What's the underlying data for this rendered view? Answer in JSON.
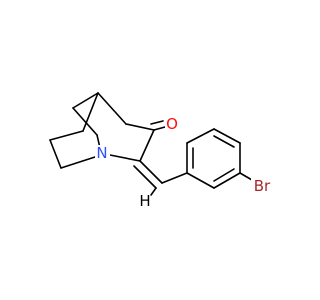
{
  "molecule": {
    "atoms": {
      "oxygen": "O",
      "nitrogen": "N",
      "hydrogen": "H",
      "bromine": "Br"
    },
    "colors": {
      "oxygen": "#ff0d0d",
      "nitrogen": "#3050f8",
      "carbon": "#000000",
      "bromine": "#a62929",
      "background": "#ffffff"
    }
  }
}
